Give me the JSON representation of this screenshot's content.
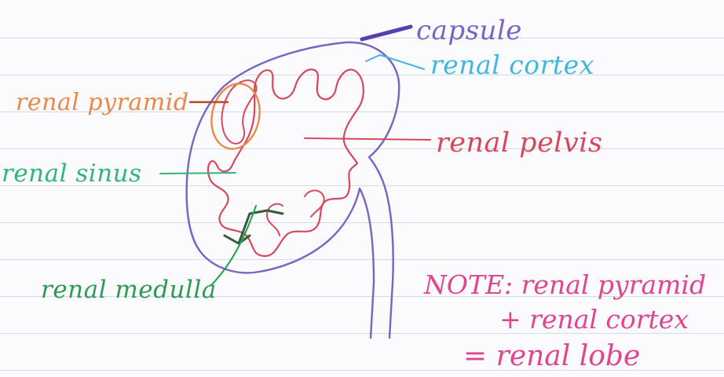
{
  "labels": {
    "capsule": "capsule",
    "renal_cortex": "renal cortex",
    "renal_pyramid": "renal pyramid",
    "renal_pelvis": "renal pelvis",
    "renal_sinus": "renal sinus",
    "renal_medulla": "renal medulla"
  },
  "note": {
    "line1": "NOTE: renal pyramid",
    "line2": "+ renal cortex",
    "line3": "= renal lobe"
  },
  "colors": {
    "paper": "#fbfbfd",
    "ruled_line": "#d3dbe6",
    "capsule": "#7b63c2",
    "cortex": "#3fb8dc",
    "pyramid": "#e8894a",
    "pelvis": "#d6485e",
    "sinus": "#33b579",
    "medulla": "#2c9a55",
    "medulla_bracket": "#2f5f3a",
    "note": "#e0458f"
  }
}
